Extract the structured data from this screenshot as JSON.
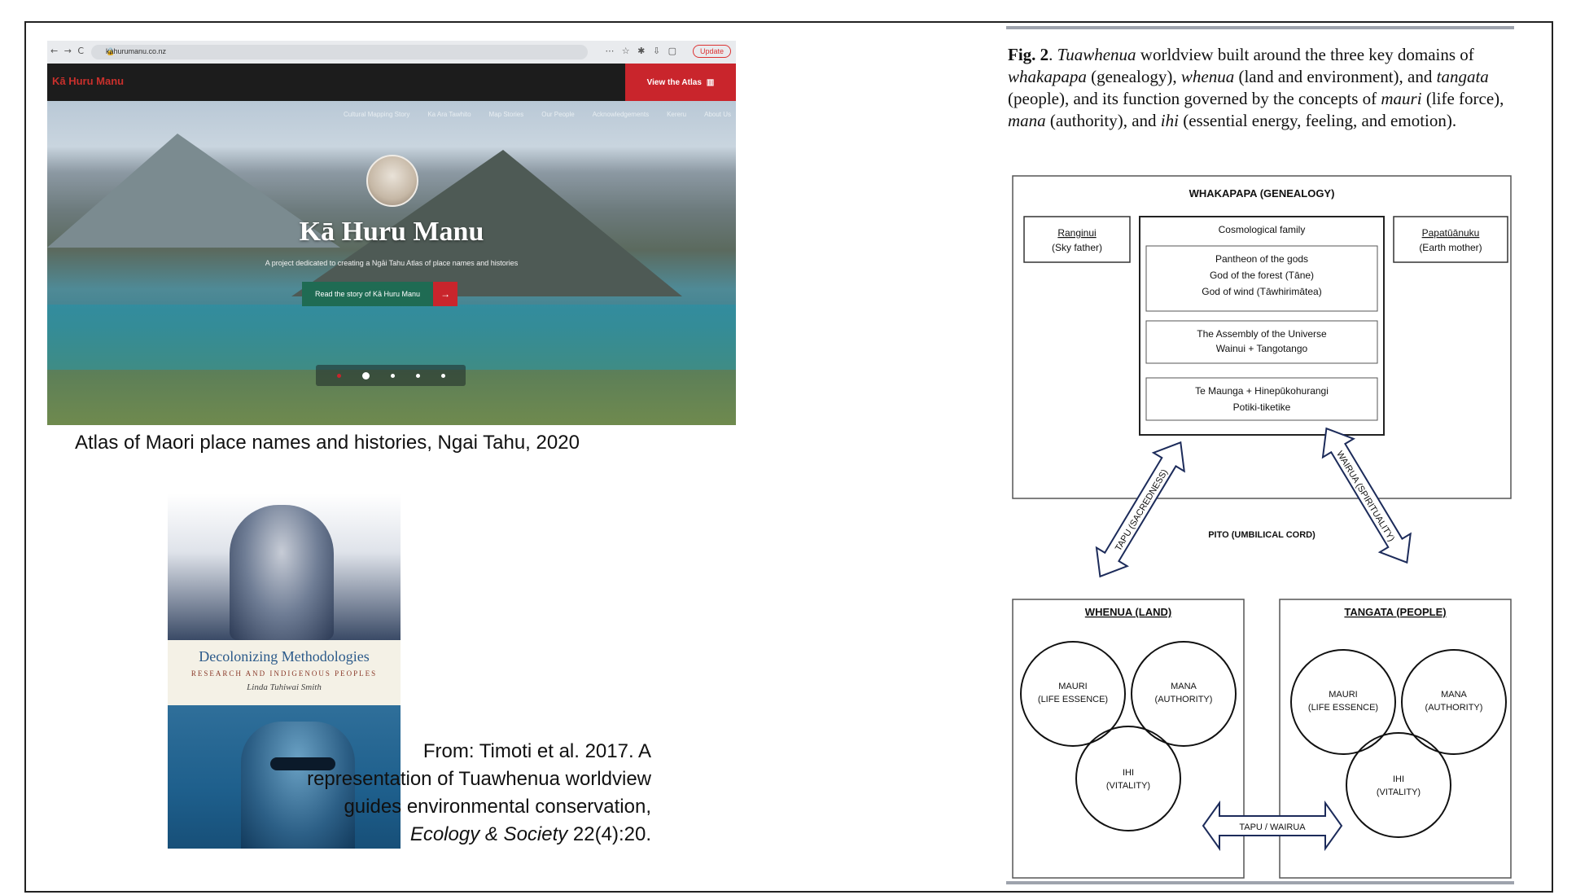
{
  "screenshot": {
    "url": "kahurumanu.co.nz",
    "update_label": "Update",
    "site_logo": "Kā Huru Manu",
    "atlas_button": "View the Atlas",
    "menu": [
      "Cultural Mapping Story",
      "Ka Ara Tawhito",
      "Map Stories",
      "Our People",
      "Acknowledgements",
      "Kereru",
      "About Us"
    ],
    "hero_title": "Kā Huru Manu",
    "hero_subtitle": "A project dedicated to creating a Ngāi Tahu Atlas of place names and histories",
    "cta_label": "Read the story of Kā Huru Manu",
    "cta_arrow": "→"
  },
  "caption_atlas": "Atlas of Maori place names and histories, Ngai Tahu, 2020",
  "book": {
    "title": "Decolonizing Methodologies",
    "subtitle": "RESEARCH AND INDIGENOUS PEOPLES",
    "author": "Linda Tuhiwai Smith"
  },
  "caption_source": {
    "line1": "From: Timoti et al. 2017. A",
    "line2": "representation of Tuawhenua worldview",
    "line3": "guides environmental conservation,",
    "journal": "Ecology & Society",
    "ref": " 22(4):20."
  },
  "figure": {
    "label": "Fig. 2",
    "caption_parts": [
      {
        "t": ". ",
        "i": false
      },
      {
        "t": "Tuawhenua",
        "i": true
      },
      {
        "t": " worldview built around the three key domains of ",
        "i": false
      },
      {
        "t": "whakapapa",
        "i": true
      },
      {
        "t": " (genealogy), ",
        "i": false
      },
      {
        "t": "whenua",
        "i": true
      },
      {
        "t": " (land and environment), and ",
        "i": false
      },
      {
        "t": "tangata",
        "i": true
      },
      {
        "t": " (people), and its function governed by the concepts of ",
        "i": false
      },
      {
        "t": "mauri",
        "i": true
      },
      {
        "t": " (life force), ",
        "i": false
      },
      {
        "t": "mana",
        "i": true
      },
      {
        "t": " (authority), and ",
        "i": false
      },
      {
        "t": "ihi",
        "i": true
      },
      {
        "t": " (essential energy, feeling, and emotion).",
        "i": false
      }
    ],
    "whakapapa_title": "WHAKAPAPA (GENEALOGY)",
    "ranginui": "Ranginui",
    "ranginui_sub": "(Sky father)",
    "papatuanuku": "Papatūānuku",
    "papatuanuku_sub": "(Earth mother)",
    "cosmo": "Cosmological family",
    "box1": [
      "Pantheon of the gods",
      "God of the forest (Tāne)",
      "God of wind (Tāwhirimātea)"
    ],
    "box2": [
      "The Assembly of the Universe",
      "Wainui + Tangotango"
    ],
    "box3": [
      "Te Maunga + Hinepūkohurangi",
      "Potiki-tiketike"
    ],
    "tapu_arrow": "TAPU (SACREDNESS)",
    "wairua_arrow": "WAIRUA (SPIRITUALITY)",
    "pito": "PITO (UMBILICAL CORD)",
    "whenua_title": "WHENUA (LAND)",
    "tangata_title": "TANGATA (PEOPLE)",
    "mauri": "MAURI",
    "mauri_sub": "(LIFE ESSENCE)",
    "mana": "MANA",
    "mana_sub": "(AUTHORITY)",
    "ihi": "IHI",
    "ihi_sub": "(VITALITY)",
    "tapu_wairua": "TAPU / WAIRUA"
  }
}
